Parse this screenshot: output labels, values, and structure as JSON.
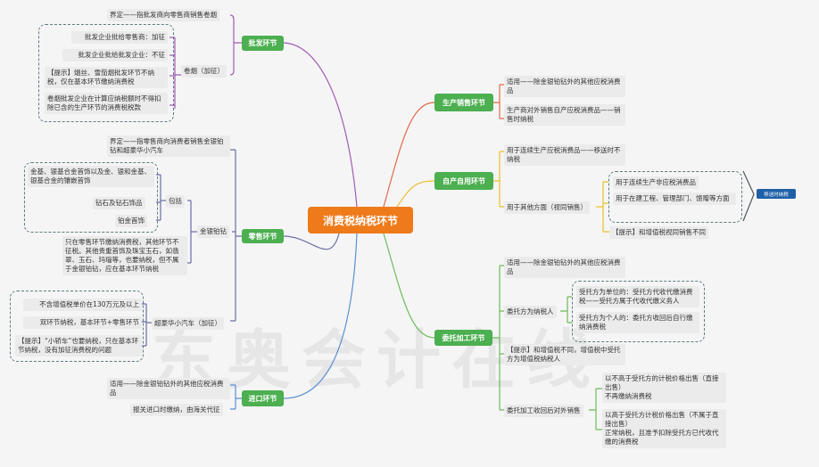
{
  "center": "消费税纳税环节",
  "watermark": "东奥会计在线",
  "colors": {
    "center": "#ef7a1a",
    "branch": "#4caf50",
    "note": "#1f5fa8"
  },
  "wholesale": {
    "label": "批发环节",
    "define": "界定——指批发商向零售商销售卷烟",
    "cig": "卷烟（加征）",
    "items": [
      "批发企业批给零售商：加征",
      "批发企业批给批发企业：不征",
      "【提示】烟丝、雪茄烟批发环节不纳税，仅在基本环节缴纳消费税",
      "卷烟批发企业在计算应纳税额时不得扣除已含的生产环节的消费税税款"
    ]
  },
  "retail": {
    "label": "零售环节",
    "define": "界定——指零售商向消费者销售金银铂钻和超豪华小汽车",
    "gold": "金银铂钻",
    "include": "包括",
    "include_items": [
      "金基、银基合金首饰以及金、银和金基、银基合金的镶嵌首饰",
      "钻石及钻石饰品",
      "铂金首饰"
    ],
    "gold_note": "只在零售环节缴纳消费税，其他环节不征税。其他贵重首饰及珠宝玉石，如翡翠、玉石、玛瑙等，也要纳税，但不属于金银铂钻，应在基本环节纳税",
    "car": "超豪华小汽车（加征）",
    "car_items": [
      "不含增值税单价在130万元及以上",
      "双环节纳税，基本环节+零售环节",
      "【提示】“小轿车”也要纳税，只在基本环节纳税，没有加征消费税的问题"
    ]
  },
  "import": {
    "label": "进口环节",
    "items": [
      "适用——除金银铂钻外的其他应税消费品",
      "报关进口时缴纳，由海关代征"
    ]
  },
  "production": {
    "label": "生产销售环节",
    "items": [
      "适用——除金银铂钻外的其他应税消费品",
      "生产商对外销售自产应税消费品——销售时纳税"
    ]
  },
  "selfuse": {
    "label": "自产自用环节",
    "item1": "用于连续生产应税消费品——移送时不纳税",
    "other": "用于其他方面（视同销售）",
    "other_items": [
      "用于连续生产非应税消费品",
      "用于在建工程、管理部门、馈赠等方面"
    ],
    "note": "【提示】和增值税视同销售不同",
    "badge": "移送时纳税"
  },
  "entrusted": {
    "label": "委托加工环节",
    "apply": "适用——除金银铂钻外的其他应税消费品",
    "payer": "委托方为纳税人",
    "payer_items": [
      "受托方为单位的：受托方代收代缴消费税——受托方属于代收代缴义务人",
      "受托方为个人的：委托方收回后自行缴纳消费税"
    ],
    "tip": "【提示】和增值税不同，增值税中受托方为增值税纳税人",
    "resale": "委托加工收回后对外销售",
    "resale_items": [
      "以不高于受托方的计税价格出售（直接出售）\n不再缴纳消费税",
      "以高于受托方计税价格出售（不属于直接出售）\n正常纳税，且准予扣除受托方已代收代缴的消费税"
    ]
  }
}
